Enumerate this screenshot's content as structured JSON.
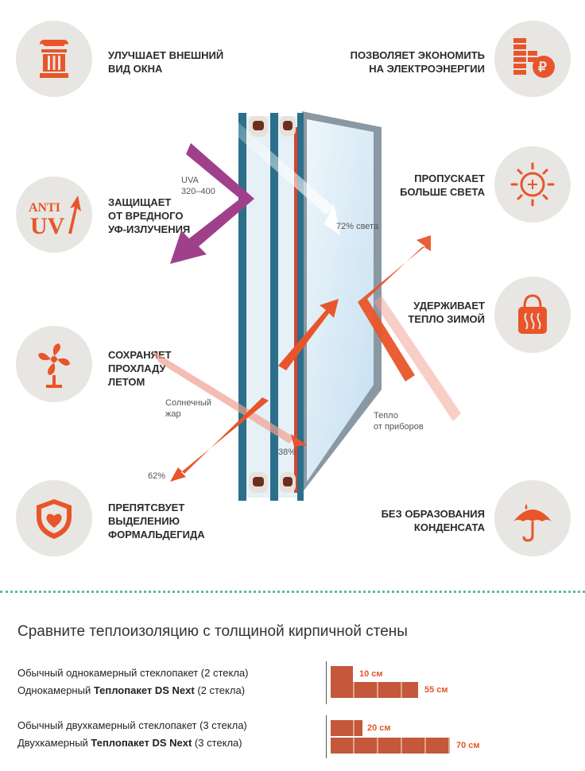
{
  "features": {
    "exterior": {
      "text": "УЛУЧШАЕТ ВНЕШНИЙ\nВИД ОКНА",
      "icon": "column-icon"
    },
    "uv": {
      "text": "ЗАЩИЩАЕТ\nОТ ВРЕДНОГО\nУФ-ИЗЛУЧЕНИЯ",
      "icon": "anti-uv-icon",
      "icon_text_top": "ANTI",
      "icon_text_bottom": "UV"
    },
    "cool": {
      "text": "СОХРАНЯЕТ\nПРОХЛАДУ\nЛЕТОМ",
      "icon": "fan-icon"
    },
    "formaldehyde": {
      "text": "ПРЕПЯТСВУЕТ\nВЫДЕЛЕНИЮ\nФОРМАЛЬДЕГИДА",
      "icon": "shield-heart-icon"
    },
    "energy": {
      "text": "ПОЗВОЛЯЕТ ЭКОНОМИТЬ\nНА ЭЛЕКТРОЭНЕРГИИ",
      "icon": "coins-ruble-icon",
      "currency": "₽"
    },
    "light": {
      "text": "ПРОПУСКАЕТ\nБОЛЬШЕ СВЕТА",
      "icon": "sun-icon"
    },
    "warm": {
      "text": "УДЕРЖИВАЕТ\nТЕПЛО ЗИМОЙ",
      "icon": "heat-bag-icon"
    },
    "condensate": {
      "text": "БЕЗ ОБРАЗОВАНИЯ\nКОНДЕНСАТА",
      "icon": "umbrella-icon"
    }
  },
  "diagram_labels": {
    "uva": "UVA\n320–400",
    "light": "72% света",
    "solar": "Солнечный\nжар",
    "p38": "38%",
    "p62": "62%",
    "heat": "Тепло\nот приборов"
  },
  "comparison": {
    "title": "Сравните теплоизоляцию с толщиной кирпичной стены",
    "groups": [
      {
        "line1": "Обычный однокамерный стеклопакет (2 стекла)",
        "line2_prefix": "Однокамерный ",
        "line2_bold": "Теплопакет DS Next",
        "line2_suffix": " (2 стекла)",
        "brick1": "10 см",
        "brick2": "55 см"
      },
      {
        "line1": "Обычный двухкамерный стеклопакет (3 стекла)",
        "line2_prefix": "Двухкамерный ",
        "line2_bold": "Теплопакет DS Next",
        "line2_suffix": " (3 стекла)",
        "brick1": "20 см",
        "brick2": "70 см"
      }
    ]
  },
  "colors": {
    "accent": "#e8552a",
    "uv": "#a0408a",
    "frame": "#2b6f8a",
    "circle": "#e8e6e2"
  }
}
